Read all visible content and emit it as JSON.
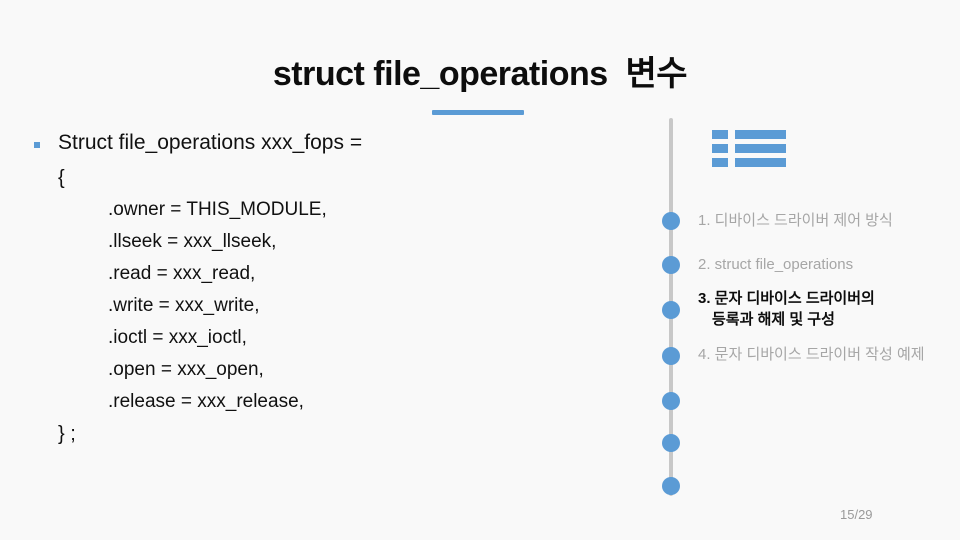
{
  "slide": {
    "title": "struct file_operations  변수",
    "page_number": "15/29",
    "accent_color": "#5b9bd5",
    "inactive_color": "#a6a6a6",
    "line_color": "#c8c8c8",
    "background": "#f9f9f9"
  },
  "content": {
    "bullet": "Struct file_operations xxx_fops =",
    "open_brace": "{",
    "close_brace": "} ;",
    "code_lines": [
      ".owner = THIS_MODULE,",
      ".llseek = xxx_llseek,",
      ".read = xxx_read,",
      ".write = xxx_write,",
      ".ioctl = xxx_ioctl,",
      ".open = xxx_open,",
      ".release = xxx_release,"
    ]
  },
  "agenda": {
    "icon_name": "list-icon",
    "items": [
      {
        "label": "1. 디바이스 드라이버 제어 방식",
        "active": false
      },
      {
        "label": "2. struct file_operations",
        "active": false
      },
      {
        "label": "3. 문자 디바이스 드라이버의\n등록과 해제 및 구성",
        "active": true
      },
      {
        "label": "4. 문자 디바이스 드라이버 작성 예제",
        "active": false
      }
    ],
    "dot_count": 7
  }
}
